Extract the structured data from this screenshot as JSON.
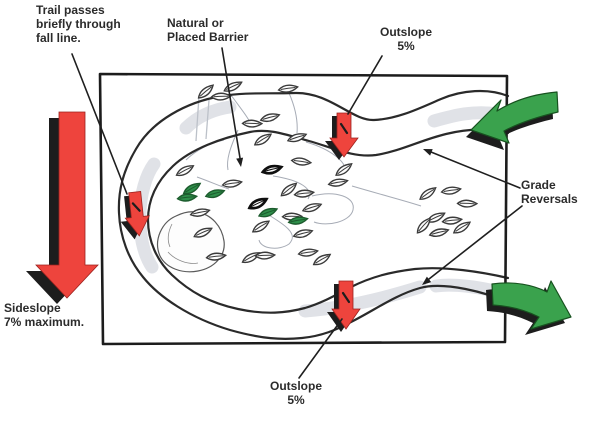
{
  "diagram": {
    "title": "Trail climbing-turn sketch with outslope and grade reversal callouts",
    "labels": {
      "fall_line": {
        "lines": [
          "Trail passes",
          "briefly through",
          "fall line."
        ]
      },
      "barrier": {
        "lines": [
          "Natural or",
          "Placed Barrier"
        ]
      },
      "outslope_top": {
        "lines": [
          "Outslope",
          "5%"
        ]
      },
      "grade_reversals": {
        "lines": [
          "Grade",
          "Reversals"
        ]
      },
      "sideslope": {
        "lines": [
          "Sideslope",
          "7% maximum."
        ]
      },
      "outslope_bottom": {
        "lines": [
          "Outslope",
          "5%"
        ]
      }
    },
    "icons": {
      "fall_line_arrow": "large-red-down-arrow",
      "outslope_arrow_top": "red-down-arrow",
      "outslope_arrow_left": "red-down-arrow",
      "outslope_arrow_bottom": "red-down-arrow",
      "trail_flow_in_arrow": "green-curved-arrow-left",
      "trail_flow_out_arrow": "green-curved-arrow-right"
    },
    "colors": {
      "red": "#ee443d",
      "red-dark": "#9c221e",
      "green": "#3aa24d",
      "green-dark": "#17521f",
      "ink": "#1c1c1c",
      "text": "#2b2b2b",
      "trail-shade": "#e0e2e7",
      "leaf-green": "#2e8f4a"
    }
  }
}
